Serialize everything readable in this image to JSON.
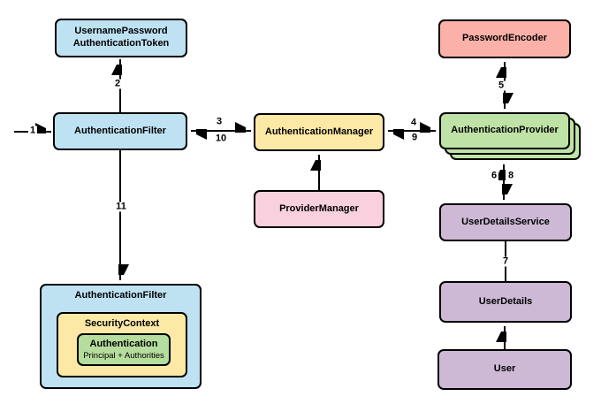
{
  "diagram": {
    "boxes": {
      "token": {
        "line1": "UsernamePassword",
        "line2": "AuthenticationToken"
      },
      "authentication_filter": "AuthenticationFilter",
      "authentication_manager": "AuthenticationManager",
      "provider_manager": "ProviderManager",
      "password_encoder": "PasswordEncoder",
      "authentication_provider": "AuthenticationProvider",
      "user_details_service": "UserDetailsService",
      "user_details": "UserDetails",
      "user": "User",
      "authentication_filter_bottom": "AuthenticationFilter",
      "security_context": "SecurityContext",
      "authentication": {
        "title": "Authentication",
        "subtitle": "Principal + Authorities"
      }
    },
    "steps": {
      "s1": "1",
      "s2": "2",
      "s3": "3",
      "s4": "4",
      "s5": "5",
      "s6": "6",
      "s7": "7",
      "s8": "8",
      "s9": "9",
      "s10": "10",
      "s11": "11"
    },
    "colors": {
      "blue": "#bee2f2",
      "yellow": "#fce9a5",
      "green": "#bfe2a7",
      "green_inner": "#b5dd9d",
      "red": "#fbb1a8",
      "pink": "#f9d0dd",
      "purple": "#cdb9d6",
      "line": "#000000",
      "background": "#ffffff"
    }
  }
}
